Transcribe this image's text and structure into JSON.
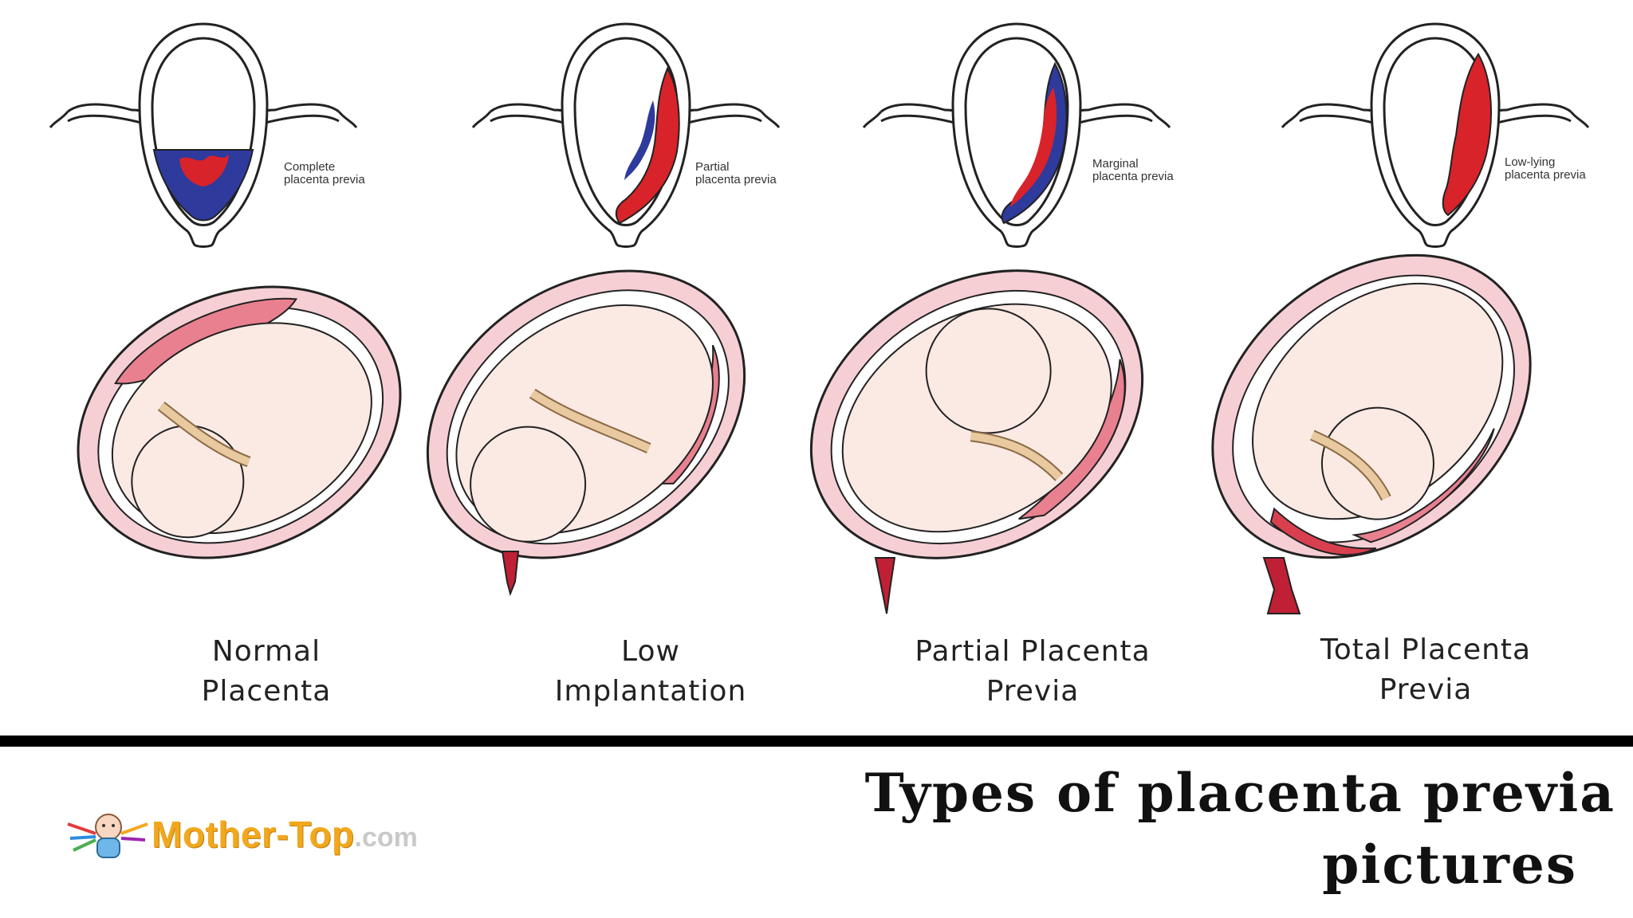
{
  "uterus_diagrams": [
    {
      "label_lines": [
        "Complete",
        "placenta previa"
      ]
    },
    {
      "label_lines": [
        "Partial",
        "placenta previa"
      ]
    },
    {
      "label_lines": [
        "Marginal",
        "placenta previa"
      ]
    },
    {
      "label_lines": [
        "Low-lying",
        "placenta previa"
      ]
    }
  ],
  "fetus_diagrams": [
    {
      "caption_lines": [
        "Normal",
        "Placenta"
      ]
    },
    {
      "caption_lines": [
        "Low",
        "Implantation"
      ]
    },
    {
      "caption_lines": [
        "Partial Placenta",
        "Previa"
      ]
    },
    {
      "caption_lines": [
        "Total Placenta",
        "Previa"
      ]
    }
  ],
  "title_lines": [
    "Types of placenta previa",
    "pictures"
  ],
  "logo": {
    "name": "Mother-Top",
    "suffix": ".com"
  },
  "colors": {
    "placenta_red": "#d8232a",
    "placenta_blue": "#2e3a9c",
    "uterus_pink": "#f2b8c0",
    "fetus_skin": "#fbe9e4",
    "cord": "#e8c9a0",
    "logo_orange": "#f2a81d"
  }
}
